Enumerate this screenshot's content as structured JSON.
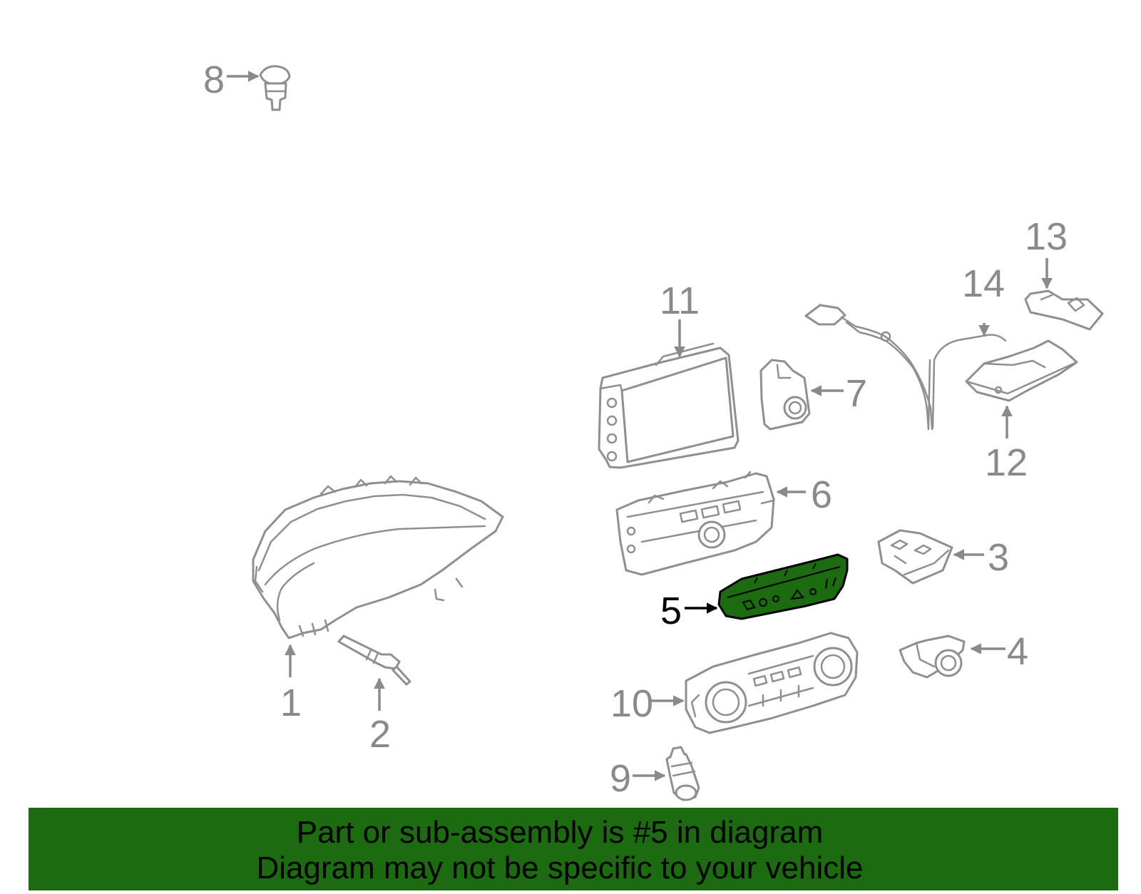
{
  "callouts": {
    "c1": "1",
    "c2": "2",
    "c3": "3",
    "c4": "4",
    "c5": "5",
    "c6": "6",
    "c7": "7",
    "c8": "8",
    "c9": "9",
    "c10": "10",
    "c11": "11",
    "c12": "12",
    "c13": "13",
    "c14": "14"
  },
  "highlighted_part": "5",
  "colors": {
    "highlight_fill": "#1c6b10",
    "banner_bg": "#1c6b10",
    "line_art": "#8f8f8f",
    "callout_text": "#8a8a8a"
  },
  "banner": {
    "line1": "Part or sub-assembly is #5 in diagram",
    "line2": "Diagram may not be specific to your vehicle"
  }
}
